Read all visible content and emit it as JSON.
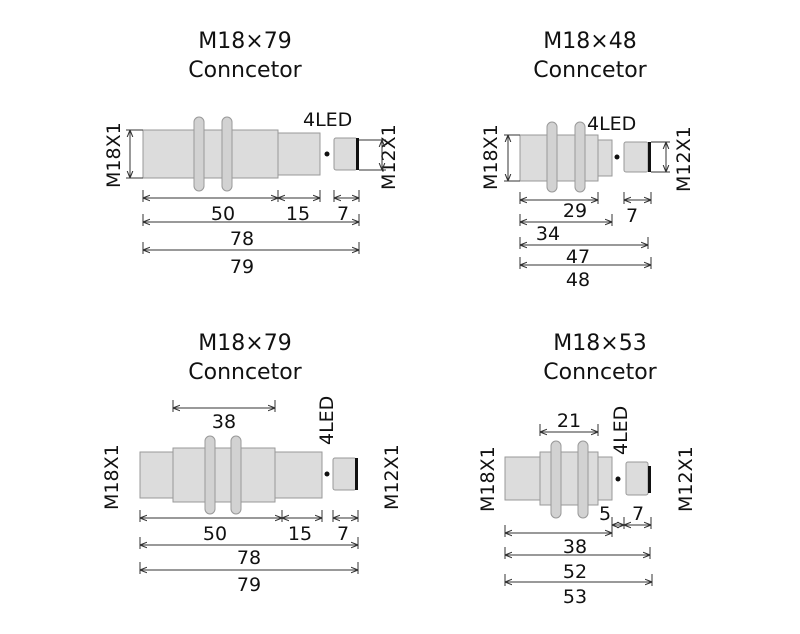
{
  "diagrams": [
    {
      "title": "M18×79",
      "subtitle": "Conncetor",
      "thread_main": "M18X1",
      "thread_conn": "M12X1",
      "led": "4LED",
      "dims": [
        "50",
        "15",
        "7",
        "78",
        "79"
      ]
    },
    {
      "title": "M18×48",
      "subtitle": "Conncetor",
      "thread_main": "M18X1",
      "thread_conn": "M12X1",
      "led": "4LED",
      "dims": [
        "29",
        "7",
        "34",
        "47",
        "48"
      ]
    },
    {
      "title": "M18×79",
      "subtitle": "Conncetor",
      "thread_main": "M18X1",
      "thread_conn": "M12X1",
      "led": "4LED",
      "dims": [
        "38",
        "50",
        "15",
        "7",
        "78",
        "79"
      ]
    },
    {
      "title": "M18×53",
      "subtitle": "Conncetor",
      "thread_main": "M18X1",
      "thread_conn": "M12X1",
      "led": "4LED",
      "dims": [
        "21",
        "5",
        "7",
        "38",
        "52",
        "53"
      ]
    }
  ]
}
